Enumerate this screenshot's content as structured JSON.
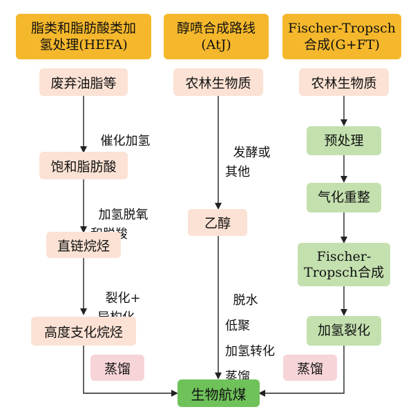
{
  "columns": [
    {
      "header": "脂类和脂肪酸类加氢处理(HEFA)",
      "header_lines": [
        "脂类和脂肪酸类加",
        "氢处理(HEFA)"
      ],
      "nodes": [
        "废弃油脂等",
        "饱和脂肪酸",
        "直链烷烃",
        "高度支化烷烃"
      ],
      "steps": [
        [
          "催化加氢"
        ],
        [
          "加氢脱氧",
          "和脱羧"
        ],
        [
          "裂化+",
          "异构化"
        ]
      ],
      "side_step": "蒸馏"
    },
    {
      "header": "醇喷合成路线(AtJ)",
      "header_lines": [
        "醇喷合成路线",
        "(AtJ)"
      ],
      "nodes": [
        "农林生物质",
        "乙醇"
      ],
      "steps": [
        [
          "发酵或",
          "其他"
        ],
        [
          "脱水",
          "低聚",
          "加氢转化",
          "蒸馏"
        ]
      ]
    },
    {
      "header": "Fischer-Tropsch合成(G+FT)",
      "header_lines": [
        "Fischer-Tropsch",
        "合成(G+FT)"
      ],
      "nodes": [
        "农林生物质",
        "预处理",
        "气化重整",
        "Fischer-Tropsch合成",
        "加氢裂化"
      ],
      "node4_lines": [
        "Fischer-",
        "Tropsch合成"
      ],
      "side_step": "蒸馏"
    }
  ],
  "final_product": "生物航煤",
  "colors": {
    "header": "#f5b82c",
    "process_node": "#fbe2d4",
    "ft_node": "#c3e0ae",
    "distill_node": "#f6d4d8",
    "final_node": "#6fc25a"
  }
}
